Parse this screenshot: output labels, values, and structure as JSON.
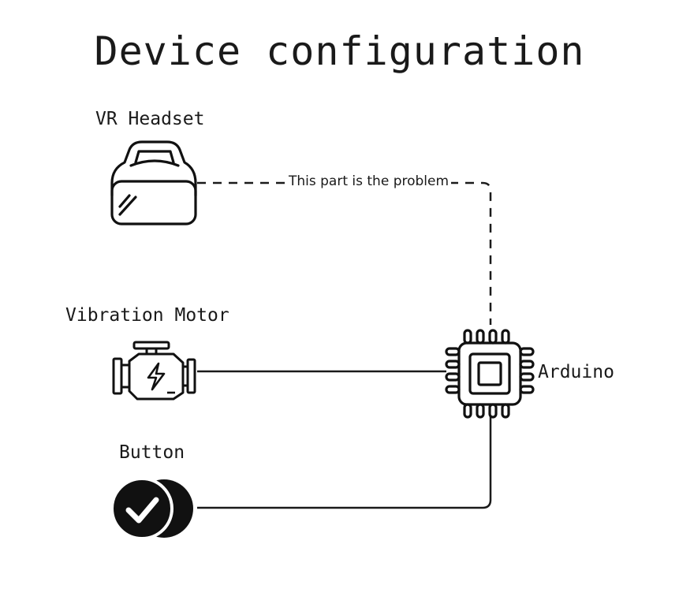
{
  "diagram": {
    "title": "Device configuration",
    "nodes": {
      "vr_headset": {
        "label": "VR Headset",
        "icon": "vr-headset-icon"
      },
      "vibration_motor": {
        "label": "Vibration Motor",
        "icon": "engine-motor-icon"
      },
      "button": {
        "label": "Button",
        "icon": "check-button-icon"
      },
      "arduino": {
        "label": "Arduino",
        "icon": "microchip-icon"
      }
    },
    "edges": [
      {
        "from": "vr_headset",
        "to": "arduino",
        "style": "dashed",
        "label": "This part is the problem"
      },
      {
        "from": "vibration_motor",
        "to": "arduino",
        "style": "solid"
      },
      {
        "from": "button",
        "to": "arduino",
        "style": "solid"
      }
    ],
    "colors": {
      "ink": "#1a1a1a",
      "background": "#ffffff"
    }
  }
}
